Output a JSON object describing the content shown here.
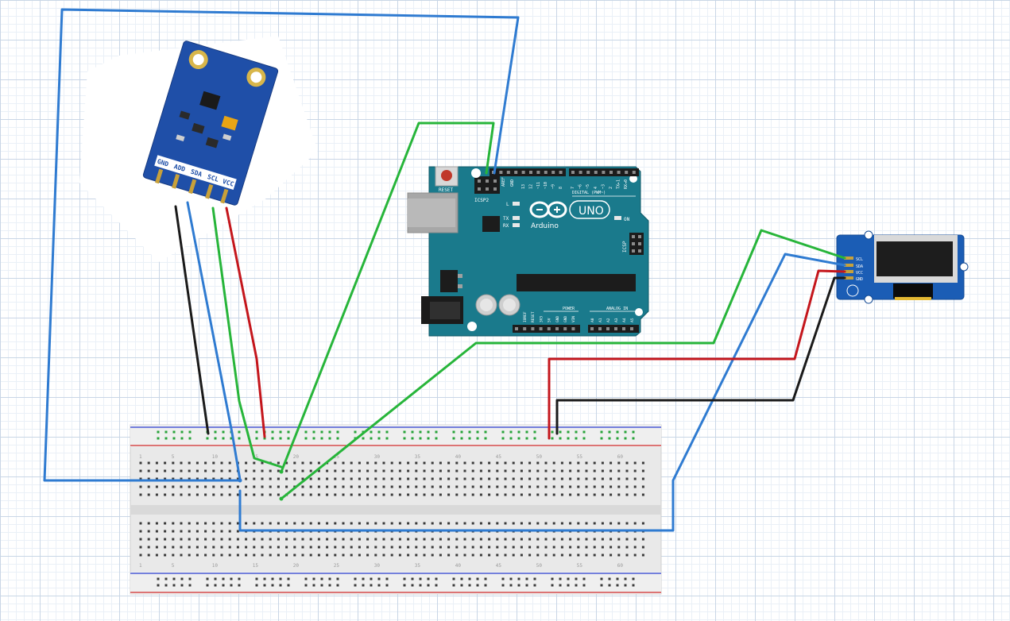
{
  "sensor": {
    "pins": [
      "GND",
      "ADD",
      "SDA",
      "SCL",
      "VCC"
    ]
  },
  "arduino": {
    "reset_label": "RESET",
    "icsp2_label": "ICSP2",
    "digital_label": "DIGITAL (PWM~)",
    "aref_label": "AREF",
    "gnd_label": "GND",
    "digital_pins": [
      "13",
      "12",
      "~11",
      "~10",
      "~9",
      "8",
      "7",
      "~6",
      "~5",
      "4",
      "~3",
      "2",
      "TX▸1",
      "RX◂0"
    ],
    "l_label": "L",
    "tx_label": "TX",
    "rx_label": "RX",
    "uno_label": "UNO",
    "brand_label": "Arduino",
    "on_label": "ON",
    "icsp_label": "ICSP",
    "power_label": "POWER",
    "power_pins": [
      "IOREF",
      "RESET",
      "3V3",
      "5V",
      "GND",
      "GND",
      "VIN"
    ],
    "analog_label": "ANALOG IN",
    "analog_pins": [
      "A0",
      "A1",
      "A2",
      "A3",
      "A4",
      "A5"
    ]
  },
  "oled": {
    "pins": [
      "SCL",
      "SDA",
      "VCC",
      "GND"
    ]
  },
  "breadboard": {
    "column_numbers": [
      "1",
      "5",
      "10",
      "15",
      "20",
      "25",
      "30",
      "35",
      "40",
      "45",
      "50",
      "55",
      "60"
    ]
  },
  "colors": {
    "wire_blue": "#2f7bd1",
    "wire_green": "#27b53a",
    "wire_red": "#c4161c",
    "wire_black": "#1a1a1a",
    "pcb_blue": "#1f4fa8",
    "arduino_teal": "#1a7a8c",
    "oled_blue": "#1b5db5"
  }
}
